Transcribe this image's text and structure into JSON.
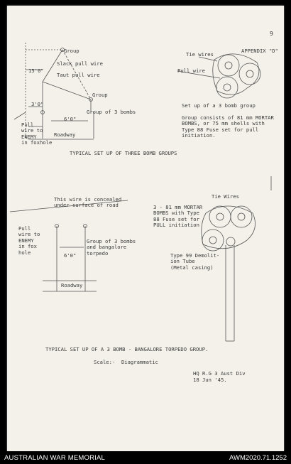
{
  "page_mark": "9",
  "appendix": "APPENDIX \"D\"",
  "fig1": {
    "group_top": "Group",
    "slack_wire": "Slack pull wire",
    "taut_wire": "Taut pull wire",
    "dim_15": "15'0\"",
    "group_right": "Group",
    "dim_3": "3'0\"",
    "dim_6": "6'0\"",
    "group_of_3": "Group of 3 bombs",
    "pull_wire": "Pull\nwire to\nENEMY\nin foxhole",
    "roadway": "Roadway",
    "caption": "TYPICAL SET UP OF THREE BOMB GROUPS"
  },
  "fig_group": {
    "tie_wires": "Tie wires",
    "pull_wire": "Pull wire",
    "setup": "Set up of a 3 bomb group",
    "desc": "Group consists of 81 mm MORTAR\nBOMBS, or 75 mm shells with\nType 88 Fuse set for pull\ninitiation."
  },
  "fig2": {
    "concealed": "This wire is concealed\nunder surface of road",
    "pull_wire": "Pull\nwire to\nENEMY\nin fox\nhole",
    "group_torpedo": "Group of 3 bombs\nand bangalore\ntorpedo",
    "dim_6": "6'0\"",
    "roadway": "Roadway"
  },
  "fig_torpedo": {
    "tie_wires": "Tie Wires",
    "bombs": "3 - 81 mm MORTAR\nBOMBS with Type\n88 Fuse set for\nPULL initiation",
    "tube": "Type 99 Demolit-\nion Tube\n(Metal casing)"
  },
  "caption2": "TYPICAL SET UP OF A 3 BOMB - BANGALORE TORPEDO GROUP.",
  "scale": "Scale:-  Diagrammatic",
  "hq": "HQ R.G 3 Aust Div",
  "date": "18 Jun '45.",
  "footer": {
    "left": "AUSTRALIAN WAR MEMORIAL",
    "right": "AWM2020.71.1252"
  }
}
